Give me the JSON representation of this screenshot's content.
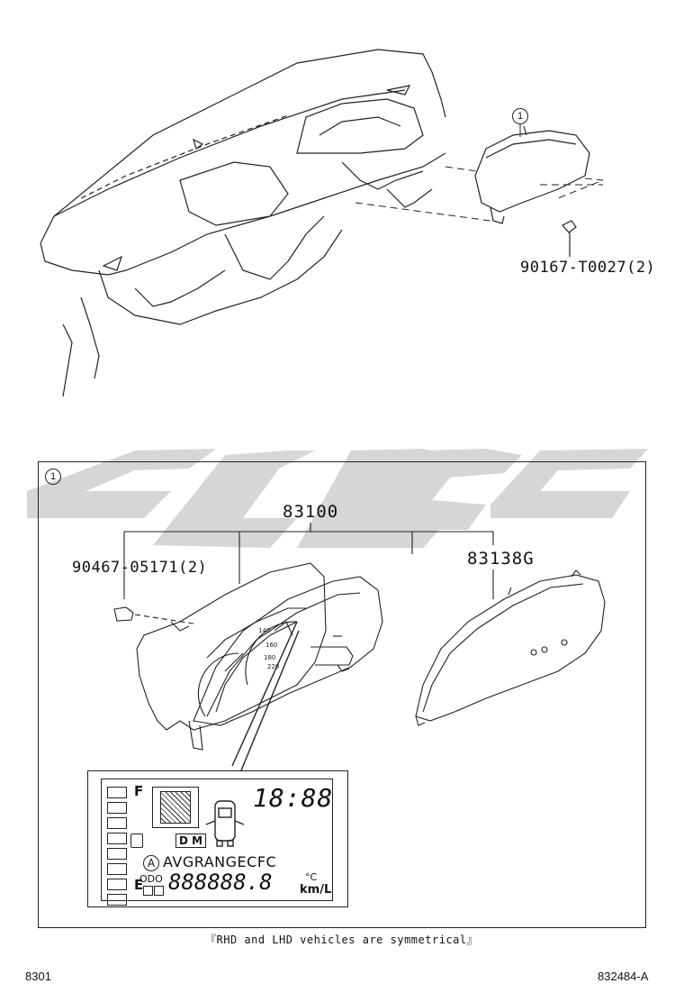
{
  "callout_ref": "1",
  "labels": {
    "clip_upper": "90167-T0027(2)",
    "meter_assy": "83100",
    "clip_lower": "90467-05171(2)",
    "glass": "83138G"
  },
  "lcd": {
    "fuel_full": "F",
    "fuel_empty": "E",
    "clock": "18:88",
    "mode_a": "A",
    "mode_letters": "AVGRANGECFC",
    "odo": "ODO",
    "drive_mode": "D M",
    "digits": "888888.8",
    "unit_temp": "°C",
    "unit_econ": "km/L",
    "speed_ticks": [
      "140",
      "160",
      "180",
      "220"
    ]
  },
  "note": "『RHD and LHD vehicles are symmetrical』",
  "page_code": "8301",
  "drawing_code": "832484-A",
  "watermark_color": "#c8c8c8"
}
